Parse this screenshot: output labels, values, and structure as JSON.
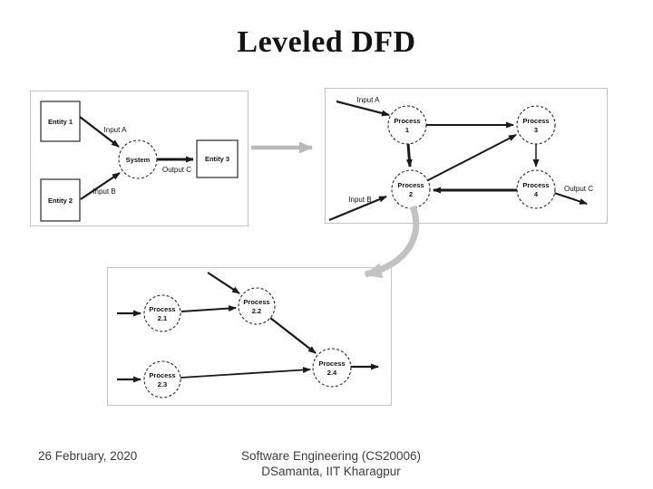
{
  "slide": {
    "title": "Leveled DFD",
    "footer": {
      "date": "26 February, 2020",
      "course": "Software Engineering (CS20006)",
      "author": "DSamanta, IIT Kharagpur"
    }
  },
  "colors": {
    "ink": "#1a1a1a",
    "panel_border": "#c3c3c3",
    "connector_gray": "#b9b9b9",
    "background": "#ffffff"
  },
  "context_dfd": {
    "entity1": "Entity 1",
    "entity2": "Entity 2",
    "entity3": "Entity 3",
    "system": "System",
    "input_a": "Input A",
    "input_b": "Input B",
    "output_c": "Output C"
  },
  "level1_dfd": {
    "input_a": "Input A",
    "input_b": "Input B",
    "output_c": "Output C",
    "p1": {
      "name": "Process",
      "num": "1"
    },
    "p2": {
      "name": "Process",
      "num": "2"
    },
    "p3": {
      "name": "Process",
      "num": "3"
    },
    "p4": {
      "name": "Process",
      "num": "4"
    }
  },
  "level2_dfd": {
    "p21": {
      "name": "Process",
      "num": "2.1"
    },
    "p22": {
      "name": "Process",
      "num": "2.2"
    },
    "p23": {
      "name": "Process",
      "num": "2.3"
    },
    "p24": {
      "name": "Process",
      "num": "2.4"
    }
  }
}
